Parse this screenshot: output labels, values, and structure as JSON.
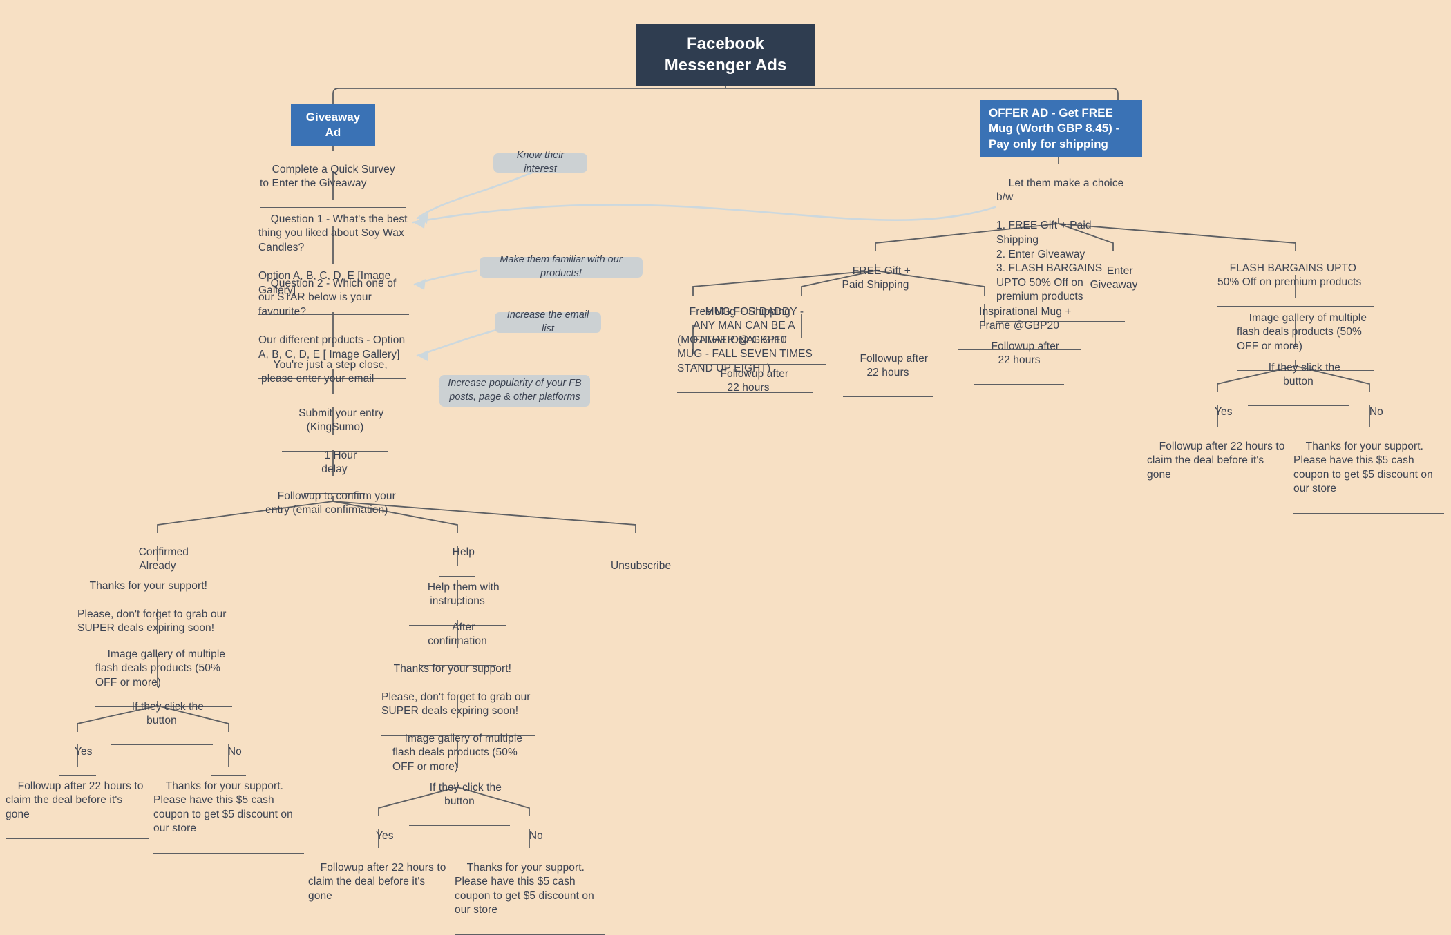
{
  "diagram": {
    "title": "Facebook Messenger Ads",
    "background_color": "#f7e0c4",
    "root_color": "#2f3d50",
    "branch_color": "#3a72b5",
    "callout_color": "#ccd1d3",
    "line_color": "#5d5f63",
    "arrow_color": "#ccd8de"
  },
  "root": {
    "label": "Facebook Messenger\nAds"
  },
  "branches": {
    "giveaway": {
      "label": "Giveaway Ad"
    },
    "offer": {
      "label": "OFFER AD - Get FREE Mug (Worth GBP 8.45) - Pay only for shipping"
    }
  },
  "callouts": [
    {
      "id": "know-their-interest",
      "text": "Know their interest"
    },
    {
      "id": "make-them-familiar",
      "text": "Make them familiar with our products!"
    },
    {
      "id": "increase-email-list",
      "text": "Increase the email list"
    },
    {
      "id": "increase-popularity",
      "text": "Increase popularity of your FB posts, page & other platforms"
    }
  ],
  "giveaway_flow": {
    "survey": "Complete a Quick Survey to Enter the Giveaway",
    "question1": "Question 1 - What's the best thing you liked about Soy Wax Candles?\n\nOption A, B, C, D, E [Image Gallery]",
    "question2": "Question 2 - Which one of our STAR below is your favourite?\n\nOur different products - Option A, B, C, D, E [ Image Gallery]",
    "email": "You're just a step close, please enter your email",
    "submit": "Submit your entry (KingSumo)",
    "delay": "1 Hour delay",
    "followup_confirm": "Followup to confirm your entry (email confirmation)",
    "options": {
      "confirmed": "Confirmed Already",
      "help": "Help",
      "unsubscribe": "Unsubscribe"
    }
  },
  "confirmed_branch": {
    "thanks": "Thanks for your support!\n\nPlease, don't forget to grab our SUPER deals expiring soon!",
    "gallery": "Image gallery of multiple flash deals products (50% OFF or more)",
    "click": "If they click the button",
    "yes": "Yes",
    "no": "No",
    "yes_result": "Followup after 22 hours to claim the deal before it's gone",
    "no_result": "Thanks for your support. Please have this $5 cash coupon to get $5 discount on our store"
  },
  "help_branch": {
    "instructions": "Help them with instructions",
    "after_confirmation": "After confirmation",
    "thanks": "Thanks for your support!\n\nPlease, don't forget to grab our SUPER deals expiring soon!",
    "gallery": "Image gallery of multiple flash deals products (50% OFF or more)",
    "click": "If they click the button",
    "yes": "Yes",
    "no": "No",
    "yes_result": "Followup after 22 hours to claim the deal before it's gone",
    "no_result": "Thanks for your support. Please have this $5 cash coupon to get $5 discount on our store"
  },
  "offer_flow": {
    "choice": "Let them make a choice b/w\n\n1. FREE Gift + Paid Shipping\n2. Enter Giveaway\n3. FLASH BARGAINS UPTO 50% Off on premium products",
    "children": {
      "free_gift": "FREE Gift + Paid Shipping",
      "enter_giveaway": "Enter Giveaway",
      "flash_bargains": "FLASH BARGAINS UPTO 50% Off on premium products"
    },
    "free_gift_children": [
      {
        "label": "Free Mug + Shipping\n\n(MOTIVATIONAL GIFT MUG - FALL SEVEN TIMES STAND UP EIGHT)",
        "followup": "Followup after 22 hours"
      },
      {
        "label": "MUG FOR DADDY - ANY MAN CAN BE A FATHER @ GBP10",
        "followup": "Followup after 22 hours"
      },
      {
        "label": "Inspirational Mug + Frame @GBP20",
        "followup": "Followup after 22 hours"
      }
    ],
    "flash_branch": {
      "gallery": "Image gallery of multiple flash deals products (50% OFF or more)",
      "click": "If they click the button",
      "yes": "Yes",
      "no": "No",
      "yes_result": "Followup after 22 hours to claim the deal before it's gone",
      "no_result": "Thanks for your support. Please have this $5 cash coupon to get $5 discount on our store"
    }
  }
}
